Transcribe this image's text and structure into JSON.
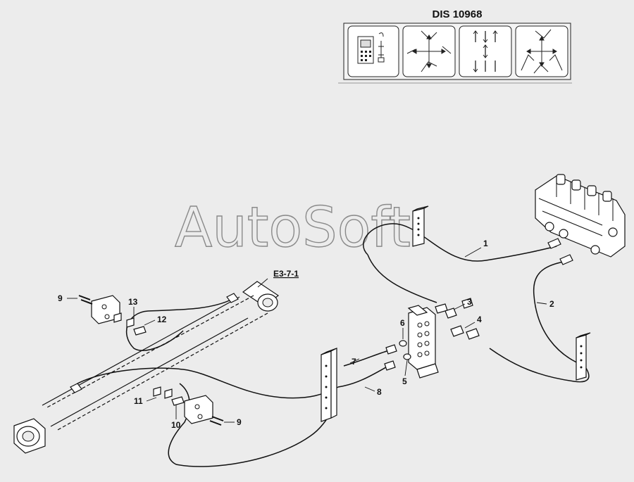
{
  "drawing": {
    "code": "DIS 10968",
    "reference": "E3-7-1",
    "watermark": "AutoSoft"
  },
  "callouts": {
    "c1": "1",
    "c2": "2",
    "c3": "3",
    "c4": "4",
    "c5": "5",
    "c6": "6",
    "c7": "7",
    "c8": "8",
    "c9a": "9",
    "c9b": "9",
    "c10": "10",
    "c11": "11",
    "c12": "12",
    "c13": "13"
  },
  "icons": [
    "control-unit-icon",
    "boom-movements-icon",
    "lift-arrows-icon",
    "excavator-movements-icon"
  ]
}
